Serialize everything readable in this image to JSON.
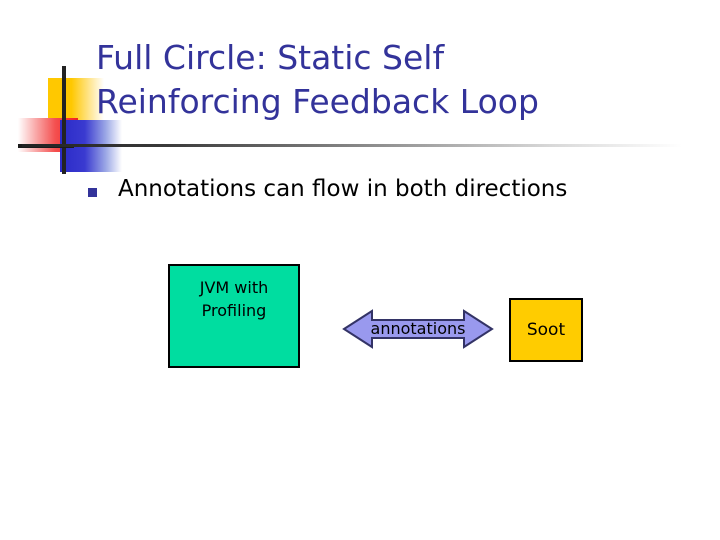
{
  "slide": {
    "title_lines": [
      "Full Circle: Static Self",
      "Reinforcing Feedback Loop"
    ],
    "bullets": [
      "Annotations can flow in both directions"
    ]
  },
  "diagram": {
    "jvm_node": {
      "lines": [
        "JVM with",
        "Profiling"
      ],
      "fill": "#00DDA0",
      "border": "#000000"
    },
    "soot_node": {
      "label": "Soot",
      "fill": "#FFCC00",
      "border": "#000000"
    },
    "connector": {
      "label": "annotations",
      "fill": "#9999EE",
      "border": "#333366",
      "direction": "bidirectional"
    }
  },
  "theme": {
    "title_color": "#33339A",
    "bullet_color": "#33339A",
    "body_color": "#000000",
    "background": "#ffffff",
    "logo_yellow": "#FFC800",
    "logo_red": "#F22020",
    "logo_blue": "#2B2BC8",
    "logo_line": "#232323"
  }
}
